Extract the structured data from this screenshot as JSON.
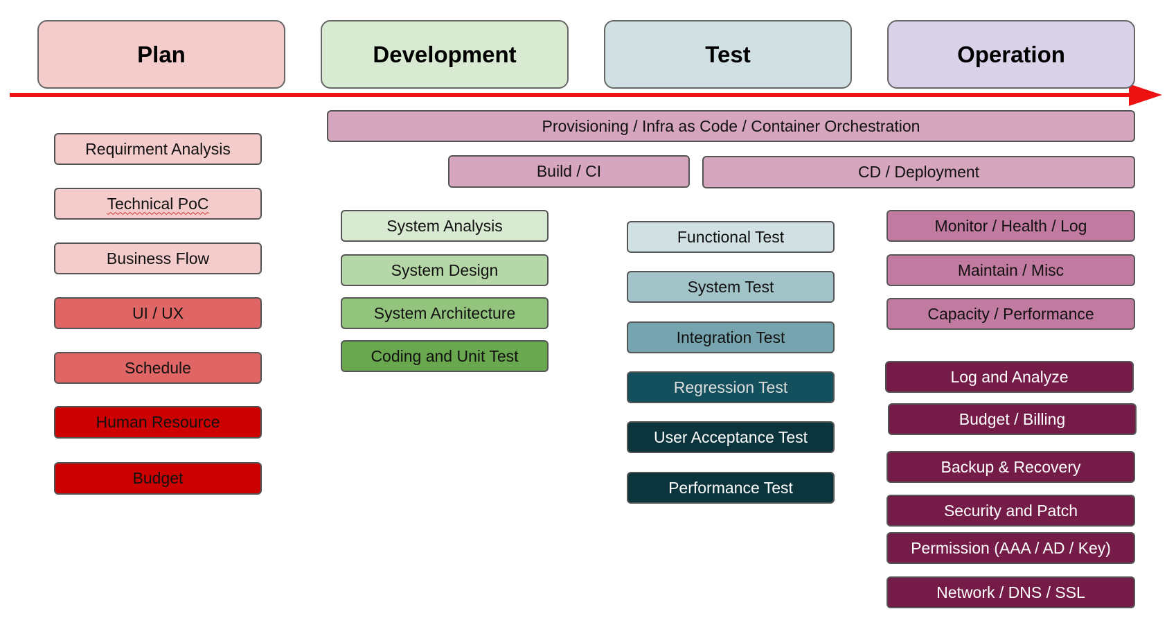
{
  "phases": {
    "plan": "Plan",
    "development": "Development",
    "test": "Test",
    "operation": "Operation"
  },
  "spanning": {
    "provisioning": "Provisioning / Infra as Code / Container Orchestration",
    "build_ci": "Build / CI",
    "cd_deployment": "CD / Deployment"
  },
  "plan_items": [
    "Requirment Analysis",
    "Technical PoC",
    "Business Flow",
    "UI / UX",
    "Schedule",
    "Human Resource",
    "Budget"
  ],
  "development_items": [
    "System Analysis",
    "System Design",
    "System Architecture",
    "Coding and Unit Test"
  ],
  "test_items": [
    "Functional Test",
    "System Test",
    "Integration Test",
    "Regression Test",
    "User Acceptance Test",
    "Performance Test"
  ],
  "operation_items": [
    "Monitor / Health / Log",
    "Maintain / Misc",
    "Capacity / Performance",
    "Log and Analyze",
    "Budget / Billing",
    "Backup & Recovery",
    "Security and Patch",
    "Permission (AAA / AD / Key)",
    "Network / DNS / SSL"
  ],
  "colors": {
    "arrow": "#ee1111",
    "plan_header": "#f4cccc",
    "development_header": "#d9ead3",
    "test_header": "#d0e0e3",
    "operation_header": "#d9d2e9",
    "provisioning": "#d5a6bd"
  },
  "icons": {
    "timeline": "arrow-right"
  }
}
